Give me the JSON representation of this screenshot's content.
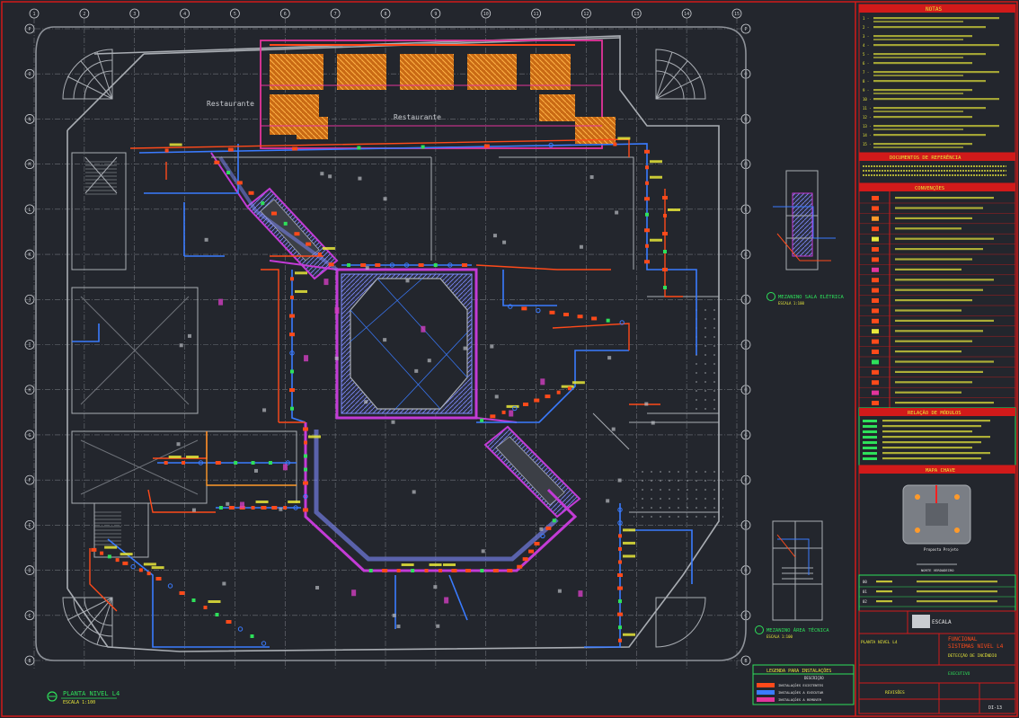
{
  "colors": {
    "background": "#23262d",
    "frame": "#d11a1a",
    "grid": "#6f737a",
    "walls": "#a9adb3",
    "fire_pipe": "#ff4a1a",
    "detection": "#3a7bff",
    "alarm": "#e3349c",
    "highlight": "#ff9a2a",
    "label": "#e8e83a",
    "green": "#2ee05a",
    "white_text": "#e6e6e6"
  },
  "grid_columns": [
    "1",
    "2",
    "3",
    "4",
    "5",
    "6",
    "7",
    "8",
    "9",
    "10",
    "11",
    "12",
    "13",
    "14",
    "15"
  ],
  "grid_rows": [
    "P",
    "O",
    "N",
    "M",
    "L",
    "K",
    "J",
    "I",
    "H",
    "G",
    "F",
    "E",
    "D",
    "C",
    "B"
  ],
  "plan": {
    "restaurant_label_1": "Restaurante",
    "restaurant_label_2": "Restaurante",
    "title": "PLANTA NIVEL L4",
    "scale": "ESCALA 1:100"
  },
  "details": {
    "mezz_technical": "MEZANINO ÁREA TÉCNICA",
    "mezz_technical_scale": "ESCALA 1:100",
    "mezz_sala": "MEZANINO SALA ELÉTRICA",
    "mezz_sala_scale": "ESCALA 1:100"
  },
  "sidebar": {
    "notes_title": "NOTAS",
    "notes": [
      "1 -",
      "2 -",
      "3 -",
      "4 -",
      "5 -",
      "6 -",
      "7 -",
      "8 -",
      "9 -",
      "10 -",
      "11 -",
      "12 -",
      "13 -",
      "14 -",
      "15 -"
    ],
    "ref_docs_title": "DOCUMENTOS DE REFERÊNCIA",
    "conventions_title": "CONVENÇÕES",
    "modules_title": "RELAÇÃO DE MÓDULOS",
    "key_plan_title": "MAPA CHAVE",
    "key_plan_caption": "Proposta Projeto",
    "north_caption": "NORTE VERDADEIRO"
  },
  "legend": {
    "title": "LEGENDA PARA INSTALAÇÕES",
    "col_header": "DESCRIÇÃO",
    "rows": [
      "INSTALAÇÕES EXISTENTES",
      "INSTALAÇÕES A EXECUTAR",
      "INSTALAÇÕES A REMOVER"
    ]
  },
  "titleblock": {
    "company": "ESCALA",
    "project_line_1": "FUNCIONAL",
    "project_line_2": "SISTEMAS NIVEL L4",
    "sheet_title": "DETECÇÃO DE INCÊNDIO",
    "stage": "EXECUTIVO",
    "revision_label": "REVISÕES",
    "rev_rows": [
      "00",
      "01",
      "02"
    ],
    "drawing_title": "PLANTA NIVEL L4",
    "sheet_number": "DI-13"
  }
}
